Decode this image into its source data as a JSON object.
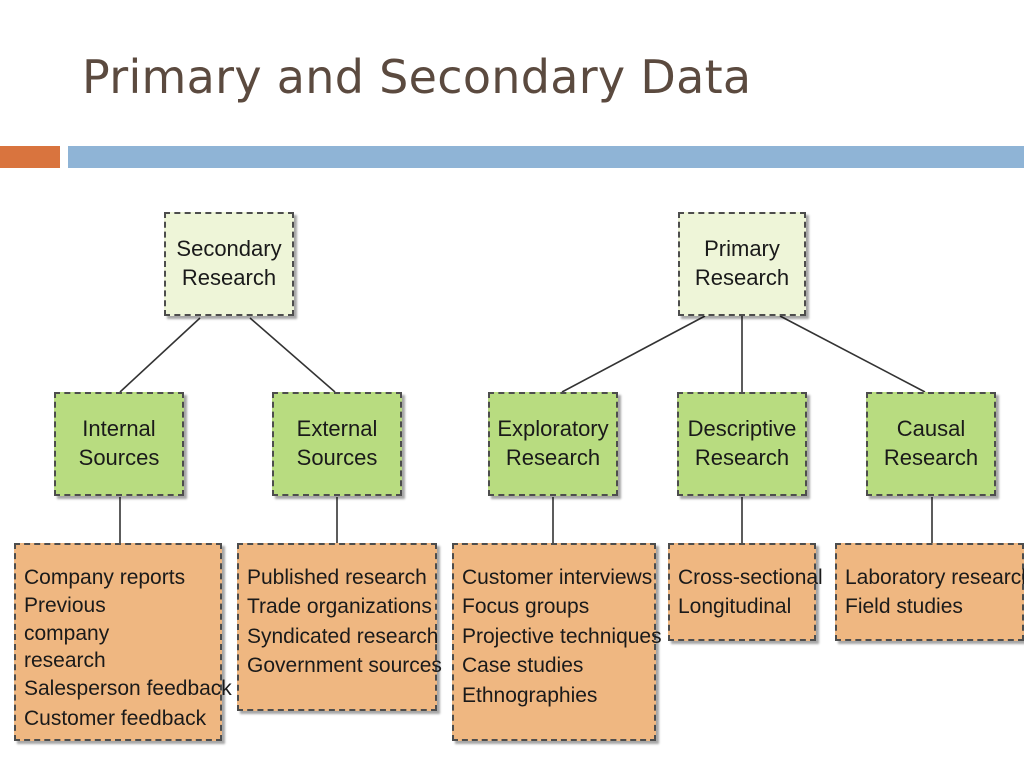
{
  "title": "Primary and Secondary Data",
  "diagram": {
    "secondary": {
      "label": "Secondary\nResearch",
      "children": [
        {
          "label": "Internal\nSources",
          "items": [
            "Company reports",
            "Previous company research",
            "Salesperson feedback",
            "Customer feedback"
          ]
        },
        {
          "label": "External\nSources",
          "items": [
            "Published research",
            "Trade organizations",
            "Syndicated research",
            "Government sources"
          ]
        }
      ]
    },
    "primary": {
      "label": "Primary\nResearch",
      "children": [
        {
          "label": "Exploratory\nResearch",
          "items": [
            "Customer interviews",
            "Focus groups",
            "Projective techniques",
            "Case studies",
            "Ethnographies"
          ]
        },
        {
          "label": "Descriptive\nResearch",
          "items": [
            "Cross-sectional",
            "Longitudinal"
          ]
        },
        {
          "label": "Causal\nResearch",
          "items": [
            "Laboratory research",
            "Field studies"
          ]
        }
      ]
    }
  },
  "colors": {
    "title": "#5b4a3f",
    "accent_orange": "#d9743e",
    "accent_blue": "#8fb4d6",
    "top_box": "#eef5d8",
    "mid_box": "#b8dc80",
    "list_box": "#efb781"
  }
}
